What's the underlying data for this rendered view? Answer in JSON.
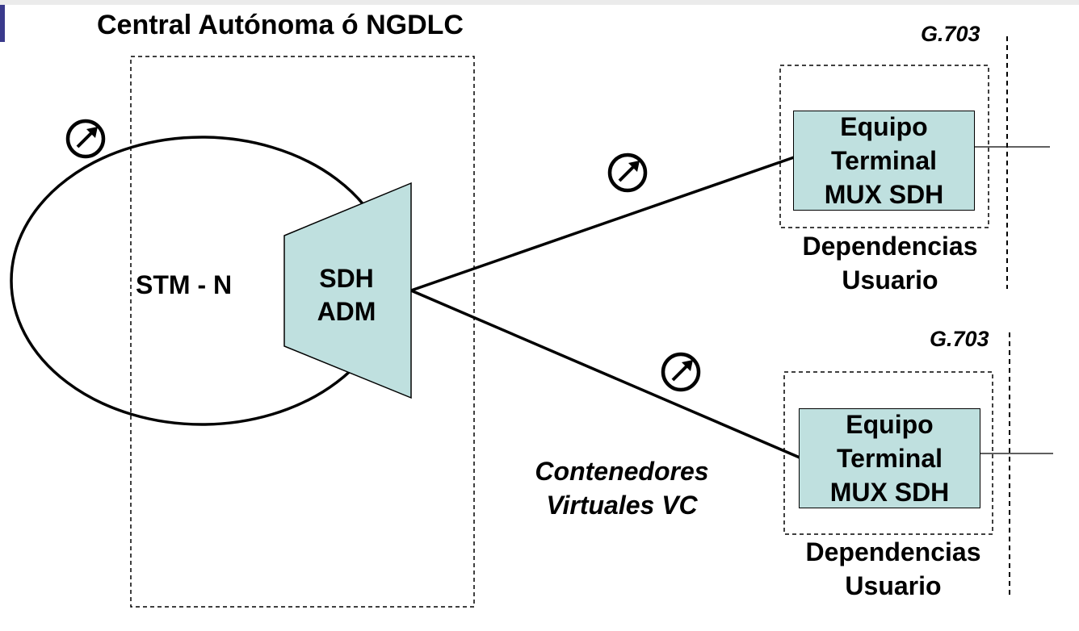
{
  "title": "Central Autónoma ó NGDLC",
  "ring": {
    "label": "STM - N"
  },
  "adm": {
    "line1": "SDH",
    "line2": "ADM"
  },
  "vc_label": {
    "line1": "Contenedores",
    "line2": "Virtuales VC"
  },
  "branches": [
    {
      "interface": "G.703",
      "equipment": {
        "line1": "Equipo",
        "line2": "Terminal",
        "line3": "MUX SDH"
      },
      "site": {
        "line1": "Dependencias",
        "line2": "Usuario"
      }
    },
    {
      "interface": "G.703",
      "equipment": {
        "line1": "Equipo",
        "line2": "Terminal",
        "line3": "MUX SDH"
      },
      "site": {
        "line1": "Dependencias",
        "line2": "Usuario"
      }
    }
  ],
  "colors": {
    "device_fill": "#bfe0df",
    "accent_bar": "#3a3a8c",
    "line": "#000000"
  },
  "icons": [
    "meter-icon"
  ]
}
